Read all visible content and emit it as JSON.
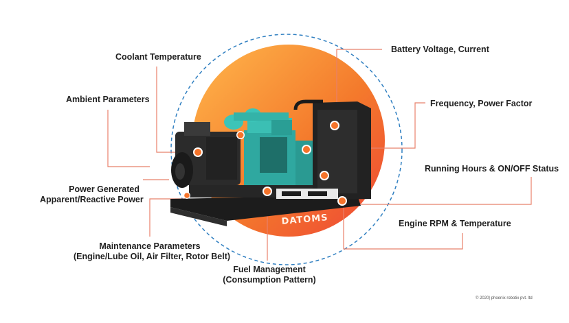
{
  "labels": {
    "coolant": "Coolant Temperature",
    "ambient": "Ambient Parameters",
    "power_line1": "Power Generated",
    "power_line2": "Apparent/Reactive Power",
    "maintenance_line1": "Maintenance Parameters",
    "maintenance_line2": "(Engine/Lube Oil, Air Filter, Rotor Belt)",
    "fuel_line1": "Fuel Management",
    "fuel_line2": "(Consumption Pattern)",
    "battery": "Battery Voltage, Current",
    "frequency": "Frequency, Power Factor",
    "running": "Running Hours & ON/OFF Status",
    "engine": "Engine RPM & Temperature"
  },
  "brand": "DATOMS",
  "copyright": "© 2020| phoenix robotix pvt. ltd",
  "colors": {
    "accent": "#f5742b",
    "gradient_start": "#ffb24a",
    "gradient_end": "#f04a38",
    "connector": "#e8806a",
    "dashed_ring": "#2f7fc1",
    "teal": "#2fa8a0",
    "dark_metal": "#2a2a2a"
  },
  "icons": {
    "sensor_marker": "orange-dot-icon"
  }
}
